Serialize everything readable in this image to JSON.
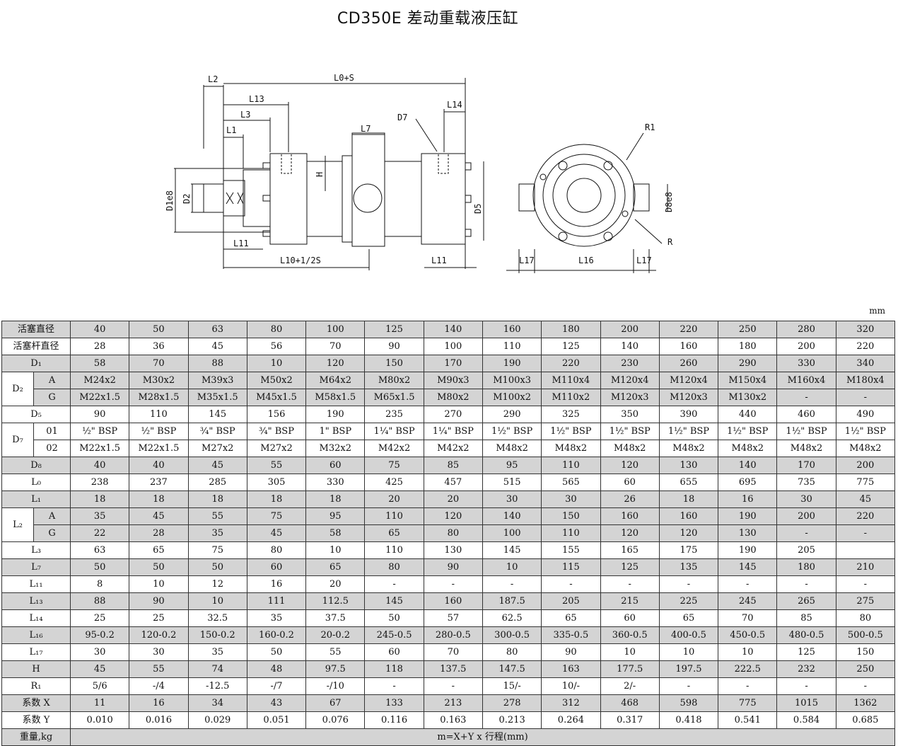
{
  "title": "CD350E 差动重载液压缸",
  "unit": "mm",
  "drawing": {
    "labels": [
      "L2",
      "L0+S",
      "L13",
      "L14",
      "L3",
      "D7",
      "L1",
      "L7",
      "D1e8",
      "D2",
      "H",
      "D5",
      "L11",
      "L10+1/2S",
      "L11",
      "R1",
      "D8e8",
      "R",
      "L17",
      "L16",
      "L17"
    ]
  },
  "rows": [
    {
      "label": "活塞直径",
      "values": [
        "40",
        "50",
        "63",
        "80",
        "100",
        "125",
        "140",
        "160",
        "180",
        "200",
        "220",
        "250",
        "280",
        "320"
      ]
    },
    {
      "label": "活塞杆直径",
      "values": [
        "28",
        "36",
        "45",
        "56",
        "70",
        "90",
        "100",
        "110",
        "125",
        "140",
        "160",
        "180",
        "200",
        "220"
      ]
    },
    {
      "label": "D₁",
      "values": [
        "58",
        "70",
        "88",
        "10",
        "120",
        "150",
        "170",
        "190",
        "220",
        "230",
        "260",
        "290",
        "330",
        "340"
      ]
    },
    {
      "group": "D₂",
      "sub": "A",
      "values": [
        "M24x2",
        "M30x2",
        "M39x3",
        "M50x2",
        "M64x2",
        "M80x2",
        "M90x3",
        "M100x3",
        "M110x4",
        "M120x4",
        "M120x4",
        "M150x4",
        "M160x4",
        "M180x4"
      ]
    },
    {
      "sub": "G",
      "values": [
        "M22x1.5",
        "M28x1.5",
        "M35x1.5",
        "M45x1.5",
        "M58x1.5",
        "M65x1.5",
        "M80x2",
        "M100x2",
        "M110x2",
        "M120x3",
        "M120x3",
        "M130x2",
        "-",
        "-"
      ]
    },
    {
      "label": "D₅",
      "values": [
        "90",
        "110",
        "145",
        "156",
        "190",
        "235",
        "270",
        "290",
        "325",
        "350",
        "390",
        "440",
        "460",
        "490"
      ]
    },
    {
      "group": "D₇",
      "sub": "01",
      "values": [
        "½\" BSP",
        "½\" BSP",
        "¾\" BSP",
        "¾\" BSP",
        "1\" BSP",
        "1¼\" BSP",
        "1¼\" BSP",
        "1½\" BSP",
        "1½\" BSP",
        "1½\" BSP",
        "1½\" BSP",
        "1½\" BSP",
        "1½\" BSP",
        "1½\" BSP"
      ]
    },
    {
      "sub": "02",
      "values": [
        "M22x1.5",
        "M22x1.5",
        "M27x2",
        "M27x2",
        "M32x2",
        "M42x2",
        "M42x2",
        "M48x2",
        "M48x2",
        "M48x2",
        "M48x2",
        "M48x2",
        "M48x2",
        "M48x2"
      ]
    },
    {
      "label": "D₈",
      "values": [
        "40",
        "40",
        "45",
        "55",
        "60",
        "75",
        "85",
        "95",
        "110",
        "120",
        "130",
        "140",
        "170",
        "200"
      ]
    },
    {
      "label": "L₀",
      "values": [
        "238",
        "237",
        "285",
        "305",
        "330",
        "425",
        "457",
        "515",
        "565",
        "60",
        "655",
        "695",
        "735",
        "775"
      ]
    },
    {
      "label": "L₁",
      "values": [
        "18",
        "18",
        "18",
        "18",
        "18",
        "20",
        "20",
        "30",
        "30",
        "26",
        "18",
        "16",
        "30",
        "45"
      ]
    },
    {
      "group": "L₂",
      "sub": "A",
      "values": [
        "35",
        "45",
        "55",
        "75",
        "95",
        "110",
        "120",
        "140",
        "150",
        "160",
        "160",
        "190",
        "200",
        "220"
      ]
    },
    {
      "sub": "G",
      "values": [
        "22",
        "28",
        "35",
        "45",
        "58",
        "65",
        "80",
        "100",
        "110",
        "120",
        "120",
        "130",
        "-",
        "-"
      ]
    },
    {
      "label": "L₃",
      "values": [
        "63",
        "65",
        "75",
        "80",
        "10",
        "110",
        "130",
        "145",
        "155",
        "165",
        "175",
        "190",
        "205",
        ""
      ]
    },
    {
      "label": "L₇",
      "values": [
        "50",
        "50",
        "50",
        "60",
        "65",
        "80",
        "90",
        "10",
        "115",
        "125",
        "135",
        "145",
        "180",
        "210"
      ]
    },
    {
      "label": "L₁₁",
      "values": [
        "8",
        "10",
        "12",
        "16",
        "20",
        "-",
        "-",
        "-",
        "-",
        "-",
        "-",
        "-",
        "-",
        "-"
      ]
    },
    {
      "label": "L₁₃",
      "values": [
        "88",
        "90",
        "10",
        "111",
        "112.5",
        "145",
        "160",
        "187.5",
        "205",
        "215",
        "225",
        "245",
        "265",
        "275"
      ]
    },
    {
      "label": "L₁₄",
      "values": [
        "25",
        "25",
        "32.5",
        "35",
        "37.5",
        "50",
        "57",
        "62.5",
        "65",
        "60",
        "65",
        "70",
        "85",
        "80"
      ]
    },
    {
      "label": "L₁₆",
      "values": [
        "95-0.2",
        "120-0.2",
        "150-0.2",
        "160-0.2",
        "20-0.2",
        "245-0.5",
        "280-0.5",
        "300-0.5",
        "335-0.5",
        "360-0.5",
        "400-0.5",
        "450-0.5",
        "480-0.5",
        "500-0.5"
      ]
    },
    {
      "label": "L₁₇",
      "values": [
        "30",
        "30",
        "35",
        "50",
        "55",
        "60",
        "70",
        "80",
        "90",
        "10",
        "10",
        "10",
        "125",
        "150"
      ]
    },
    {
      "label": "H",
      "values": [
        "45",
        "55",
        "74",
        "48",
        "97.5",
        "118",
        "137.5",
        "147.5",
        "163",
        "177.5",
        "197.5",
        "222.5",
        "232",
        "250"
      ]
    },
    {
      "label": "R₁",
      "values": [
        "5/6",
        "-/4",
        "-12.5",
        "-/7",
        "-/10",
        "-",
        "-",
        "15/-",
        "10/-",
        "2/-",
        "-",
        "-",
        "-",
        "-"
      ]
    },
    {
      "label": "系数 X",
      "values": [
        "11",
        "16",
        "34",
        "43",
        "67",
        "133",
        "213",
        "278",
        "312",
        "468",
        "598",
        "775",
        "1015",
        "1362"
      ]
    },
    {
      "label": "系数 Y",
      "values": [
        "0.010",
        "0.016",
        "0.029",
        "0.051",
        "0.076",
        "0.116",
        "0.163",
        "0.213",
        "0.264",
        "0.317",
        "0.418",
        "0.541",
        "0.584",
        "0.685"
      ]
    }
  ],
  "weight_row": {
    "label": "重量,kg",
    "formula": "m=X+Y  x 行程(mm)"
  }
}
